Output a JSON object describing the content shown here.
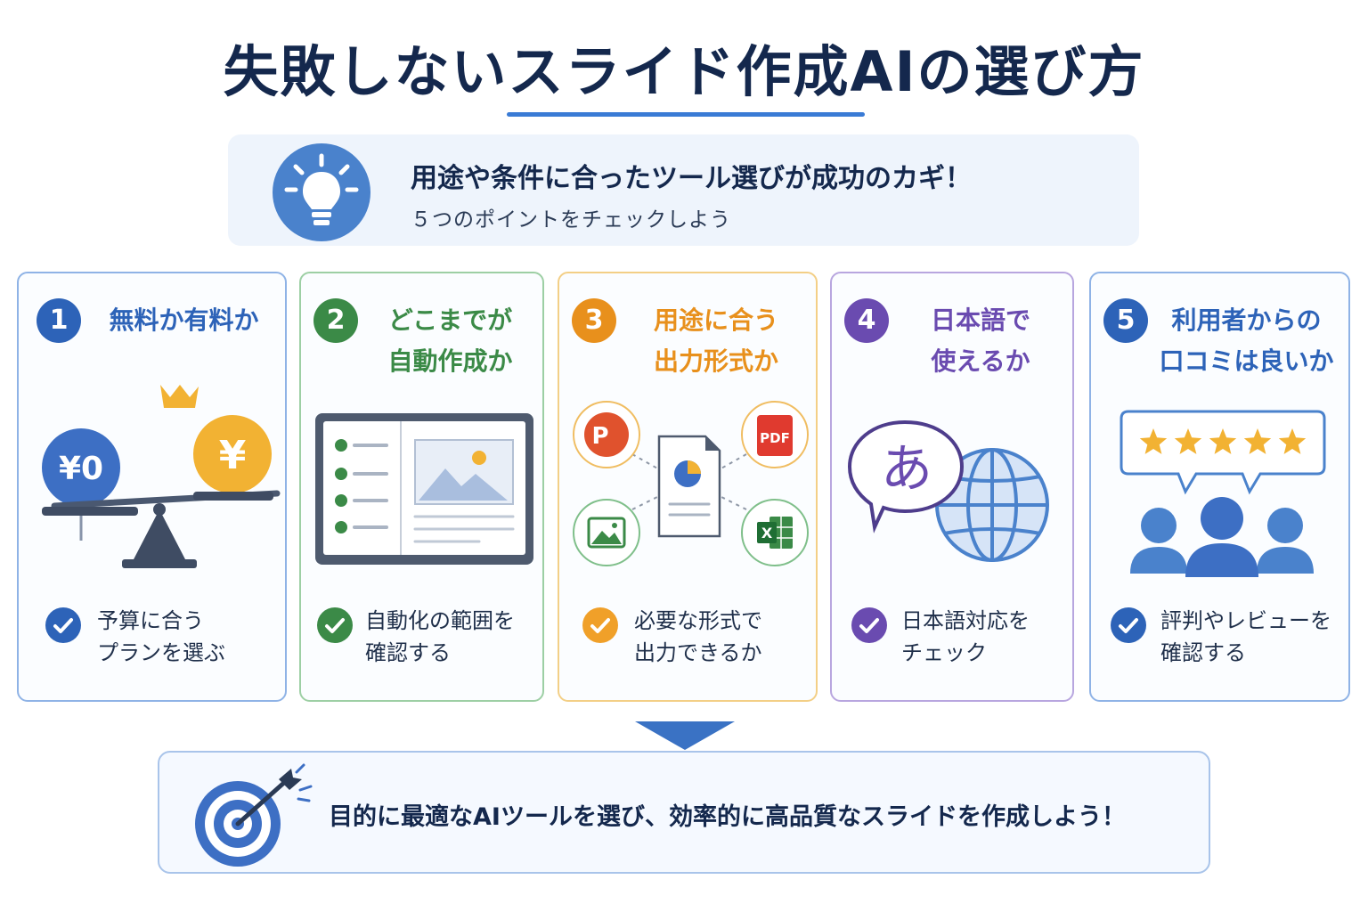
{
  "title": "失敗しないスライド作成AIの選び方",
  "banner": {
    "headline": "用途や条件に合ったツール選びが成功のカギ！",
    "sub": "５つのポイントをチェックしよう"
  },
  "cards": [
    {
      "number": "1",
      "title_line1": "無料か有料か",
      "title_line2": "",
      "note_line1": "予算に合う",
      "note_line2": "プランを選ぶ",
      "color": "#2d63b8",
      "icon": "scale-icon",
      "badges": [
        "¥0",
        "¥"
      ]
    },
    {
      "number": "2",
      "title_line1": "どこまでが",
      "title_line2": "自動作成か",
      "note_line1": "自動化の範囲を",
      "note_line2": "確認する",
      "color": "#3b8a47",
      "icon": "slide-editor-icon"
    },
    {
      "number": "3",
      "title_line1": "用途に合う",
      "title_line2": "出力形式か",
      "note_line1": "必要な形式で",
      "note_line2": "出力できるか",
      "color": "#e8901c",
      "icon": "output-formats-icon",
      "formats": [
        "P",
        "PDF",
        "X"
      ]
    },
    {
      "number": "4",
      "title_line1": "日本語で",
      "title_line2": "使えるか",
      "note_line1": "日本語対応を",
      "note_line2": "チェック",
      "color": "#6a4bb0",
      "icon": "language-globe-icon",
      "glyph": "あ"
    },
    {
      "number": "5",
      "title_line1": "利用者からの",
      "title_line2": "口コミは良いか",
      "note_line1": "評判やレビューを",
      "note_line2": "確認する",
      "color": "#2d63b8",
      "icon": "reviews-icon",
      "rating": 5
    }
  ],
  "bottom": {
    "message": "目的に最適なAIツールを選び、効率的に高品質なスライドを作成しよう！"
  },
  "colors": {
    "title": "#14284d",
    "accent": "#3a7bd5",
    "card1_border": "#8fb3e6",
    "card2_border": "#9dcfa4",
    "card3_border": "#f3cf86",
    "card4_border": "#b8a6df",
    "card5_border": "#8fb3e6"
  }
}
